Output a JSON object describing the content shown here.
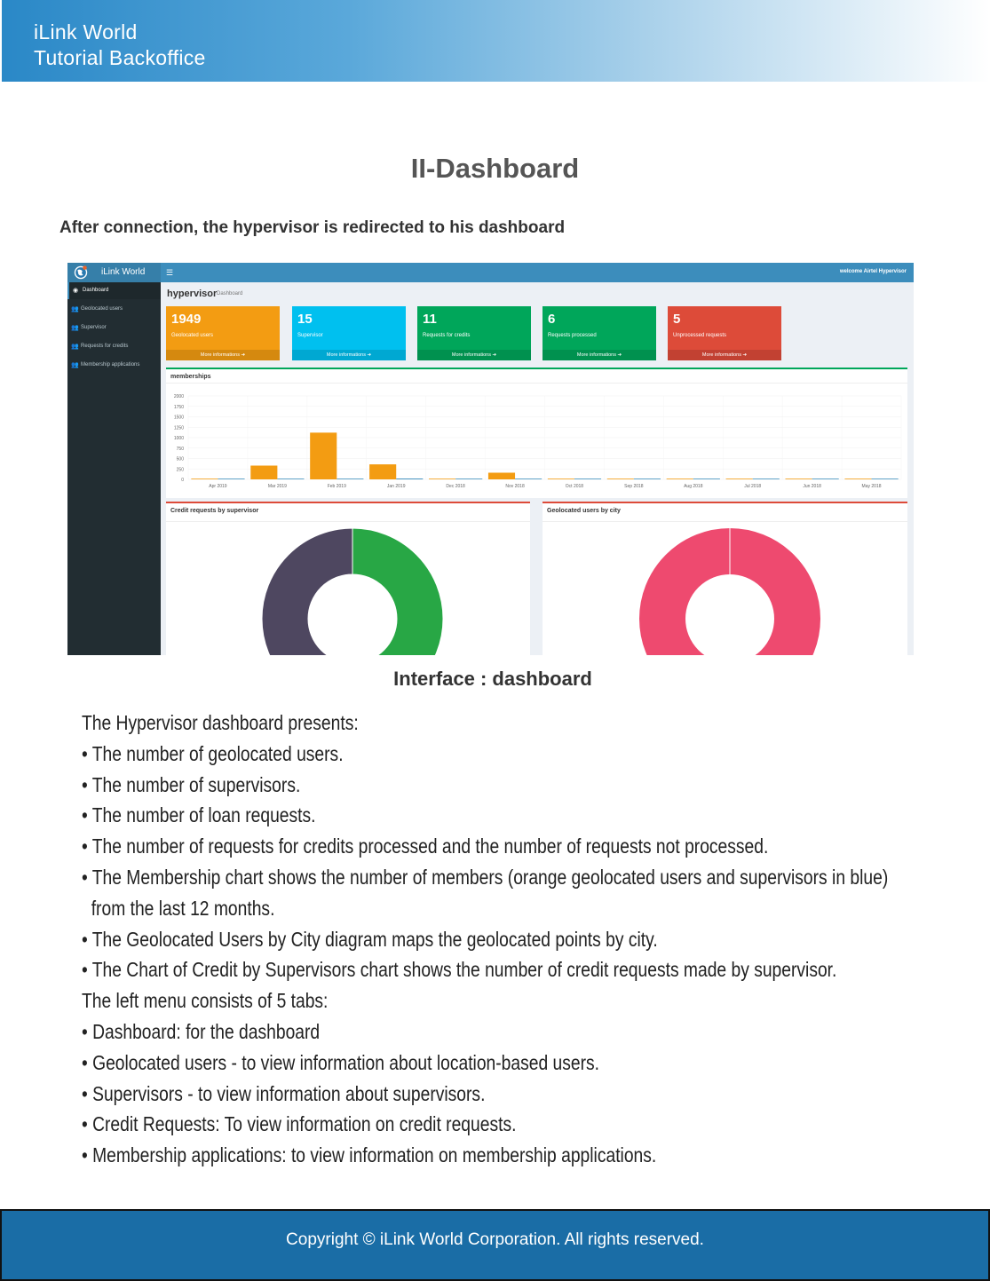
{
  "header": {
    "brand_line1": "iLink World",
    "brand_line2": "Tutorial Backoffice"
  },
  "page_title": "II-Dashboard",
  "intro": "After connection, the hypervisor is redirected to his dashboard",
  "app": {
    "logo_text": "iLink World",
    "menu_icon": "☰",
    "welcome": "welcome Airtel Hypervisor",
    "sidebar": [
      {
        "icon": "dashboard-icon",
        "glyph": "◉",
        "label": "Dashboard",
        "active": true
      },
      {
        "icon": "users-icon",
        "glyph": "👥",
        "label": "Geolocated users",
        "active": false
      },
      {
        "icon": "users-icon",
        "glyph": "👥",
        "label": "Supervisor",
        "active": false
      },
      {
        "icon": "users-icon",
        "glyph": "👥",
        "label": "Requests for credits",
        "active": false
      },
      {
        "icon": "users-icon",
        "glyph": "👥",
        "label": "Membership applications",
        "active": false
      }
    ],
    "content_title": "hypervisor",
    "content_subtitle": "Dashboard",
    "stats": [
      {
        "value": "1949",
        "label": "Geolocated users",
        "more": "More informations ➔",
        "color": "#f39c12"
      },
      {
        "value": "15",
        "label": "Supervisor",
        "more": "More informations ➔",
        "color": "#00c0ef"
      },
      {
        "value": "11",
        "label": "Requests for credits",
        "more": "More informations ➔",
        "color": "#00a65a"
      },
      {
        "value": "6",
        "label": "Requests processed",
        "more": "More informations ➔",
        "color": "#00a65a"
      },
      {
        "value": "5",
        "label": "Unprocessed requests",
        "more": "More informations ➔",
        "color": "#dd4b39"
      }
    ],
    "memberships_title": "memberships",
    "credit_panel_title": "Credit requests by supervisor",
    "geo_panel_title": "Geolocated users by city"
  },
  "chart_data": [
    {
      "type": "bar",
      "title": "memberships",
      "categories": [
        "Apr 2019",
        "Mar 2019",
        "Feb 2019",
        "Jan 2019",
        "Dec 2018",
        "Nov 2018",
        "Oct 2018",
        "Sep 2018",
        "Aug 2018",
        "Jul 2018",
        "Jun 2018",
        "May 2018"
      ],
      "yticks": [
        0,
        250,
        500,
        750,
        1000,
        1250,
        1500,
        1750,
        2000
      ],
      "ylim": [
        0,
        2000
      ],
      "grid": true,
      "series": [
        {
          "color": "#f39c12",
          "values": [
            5,
            330,
            1120,
            360,
            10,
            160,
            5,
            5,
            5,
            5,
            5,
            5
          ]
        },
        {
          "color": "#3c8dbc",
          "values": [
            2,
            2,
            5,
            20,
            2,
            5,
            2,
            2,
            2,
            2,
            2,
            2
          ]
        }
      ]
    },
    {
      "type": "pie",
      "title": "Credit requests by supervisor",
      "donut": true,
      "values": [
        50,
        50
      ],
      "colors": [
        "#28a745",
        "#4e4760"
      ]
    },
    {
      "type": "pie",
      "title": "Geolocated users by city",
      "donut": true,
      "values": [
        100
      ],
      "colors": [
        "#ee4a6f"
      ]
    }
  ],
  "caption": "Interface : dashboard",
  "body_lines": [
    "The Hypervisor dashboard presents:",
    "• The number of geolocated users.",
    "• The number of supervisors.",
    "• The number of loan requests.",
    "• The number of requests for credits processed and the number of requests not processed.",
    "• The Membership chart shows the number of members (orange geolocated users and supervisors in blue)",
    "  from the last 12 months.",
    "• The Geolocated Users by City diagram maps the geolocated points by city.",
    "• The Chart of Credit by Supervisors chart shows the number of credit requests made by supervisor.",
    "The left menu consists of 5 tabs:",
    "• Dashboard: for the dashboard",
    "• Geolocated users - to view information about location-based users.",
    "• Supervisors - to view information about supervisors.",
    "• Credit Requests: To view information on credit requests.",
    "• Membership applications: to view information on membership applications."
  ],
  "footer": "Copyright © iLink World Corporation. All rights reserved."
}
